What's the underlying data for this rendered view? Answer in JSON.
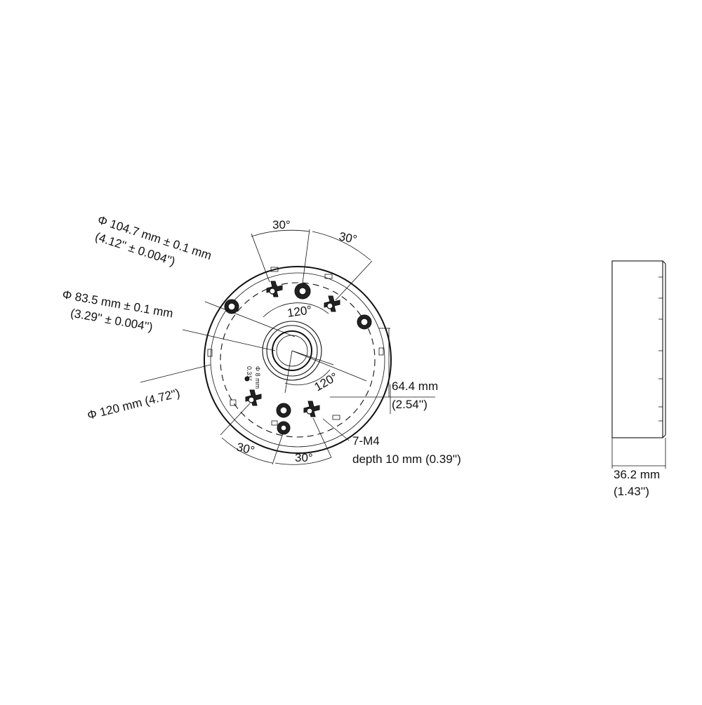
{
  "diagram": {
    "labels": {
      "dia_outer_mm": "Φ 104.7 mm ± 0.1 mm",
      "dia_outer_in": "(4.12'' ± 0.004'')",
      "dia_inner_mm": "Φ 83.5 mm ± 0.1 mm",
      "dia_inner_in": "(3.29'' ± 0.004'')",
      "dia_body": "Φ 120 mm (4.72'')",
      "angle_top_left": "30°",
      "angle_top_right": "30°",
      "angle_center_top": "120°",
      "angle_center_bottom": "120°",
      "angle_bottom_left": "30°",
      "angle_bottom_right": "30°",
      "offset_mm": "64.4 mm",
      "offset_in": "(2.54'')",
      "screw_spec": "7-M4",
      "screw_depth": "depth 10  mm (0.39'')",
      "hole_dia": "Φ 8 mm",
      "hole_dia_in": "0.31''",
      "side_height_mm": "36.2 mm",
      "side_height_in": "(1.43'')"
    }
  }
}
